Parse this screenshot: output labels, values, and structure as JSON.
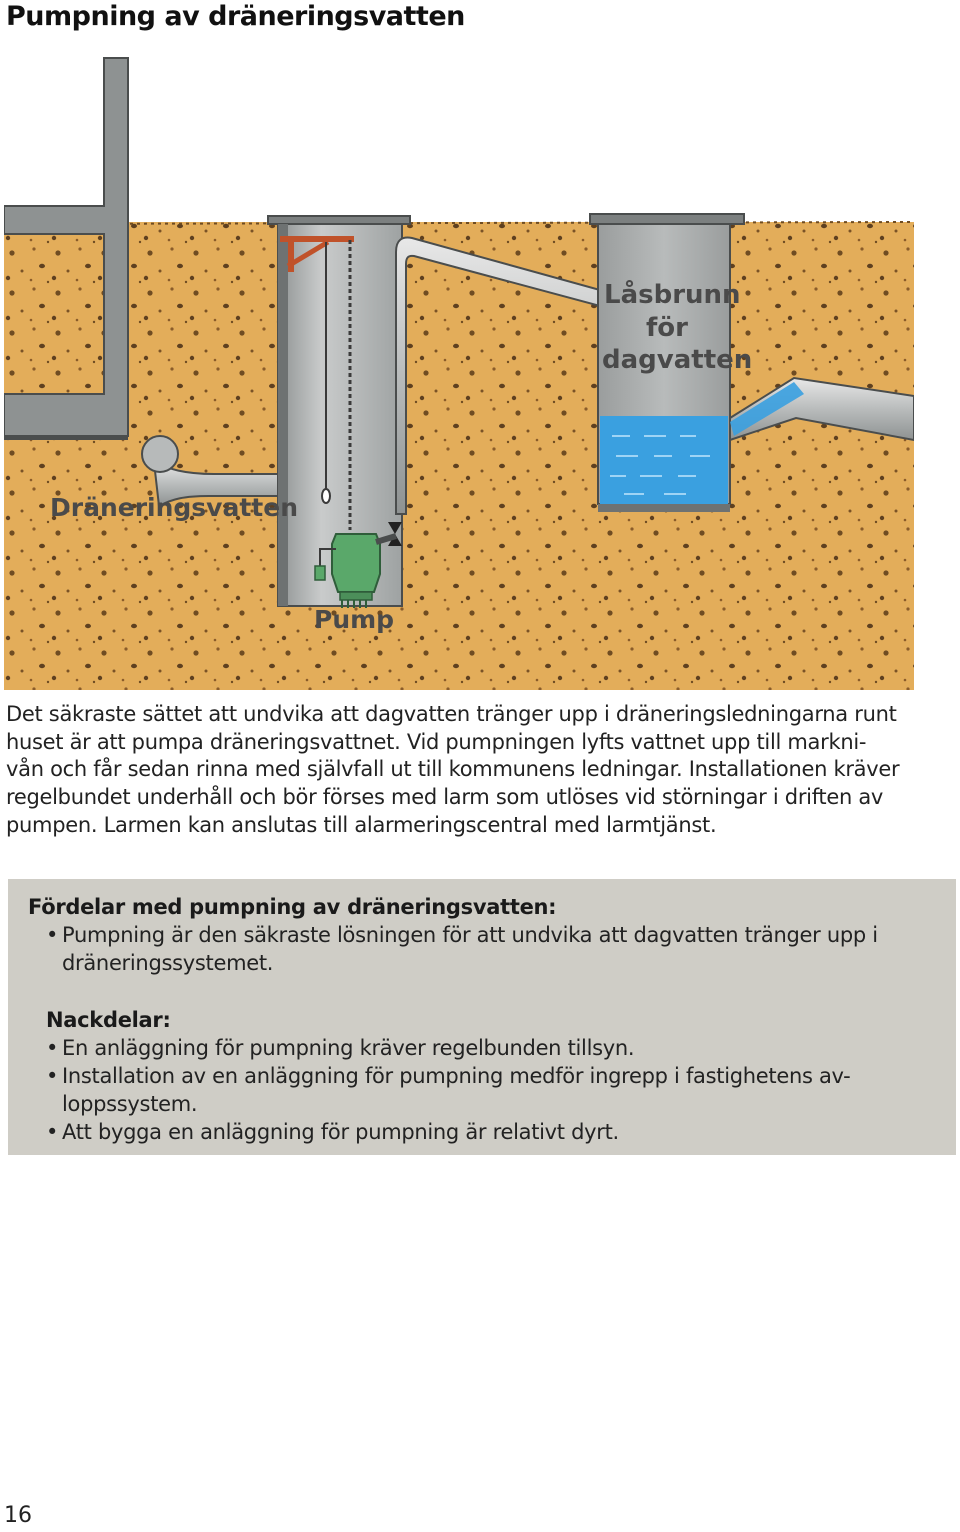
{
  "title": "Pumpning av dräneringsvatten",
  "figure": {
    "label_drainage": "Dräneringsvatten",
    "label_pump": "Pump",
    "label_well_1": "Låsbrunn",
    "label_well_2": "för",
    "label_well_3": "dagvatten",
    "colors": {
      "soil": "#e3ad5a",
      "concrete": "#a9abab",
      "water": "#3aa0e0",
      "pump": "#5aa86a",
      "bracket": "#c0522a"
    }
  },
  "body_lines": [
    "Det säkraste sättet att undvika att dagvatten tränger upp i dräneringsledningarna runt",
    "huset är att pumpa dräneringsvattnet. Vid pumpningen lyfts vattnet upp till markni-",
    "vån och får sedan rinna med självfall ut till kommunens ledningar. Installationen kräver",
    "regelbundet underhåll och bör förses med larm som utlöses vid störningar i driften av",
    "pumpen. Larmen kan anslutas till alarmeringscentral med larmtjänst."
  ],
  "advantages": {
    "heading": "Fördelar med pumpning av dräneringsvatten:",
    "items": [
      {
        "line1": "Pumpning är den säkraste lösningen för att undvika att dagvatten tränger upp i",
        "line2": "dräneringssystemet."
      }
    ]
  },
  "disadvantages": {
    "heading": "Nackdelar:",
    "items": [
      {
        "line1": "En anläggning för pumpning kräver regelbunden tillsyn.",
        "line2": ""
      },
      {
        "line1": "Installation av en anläggning för pumpning medför ingrepp i fastighetens av-",
        "line2": "loppssystem."
      },
      {
        "line1": "Att bygga en anläggning för pumpning är relativt dyrt.",
        "line2": ""
      }
    ]
  },
  "bullet_symbol": "•",
  "page_number": "16"
}
